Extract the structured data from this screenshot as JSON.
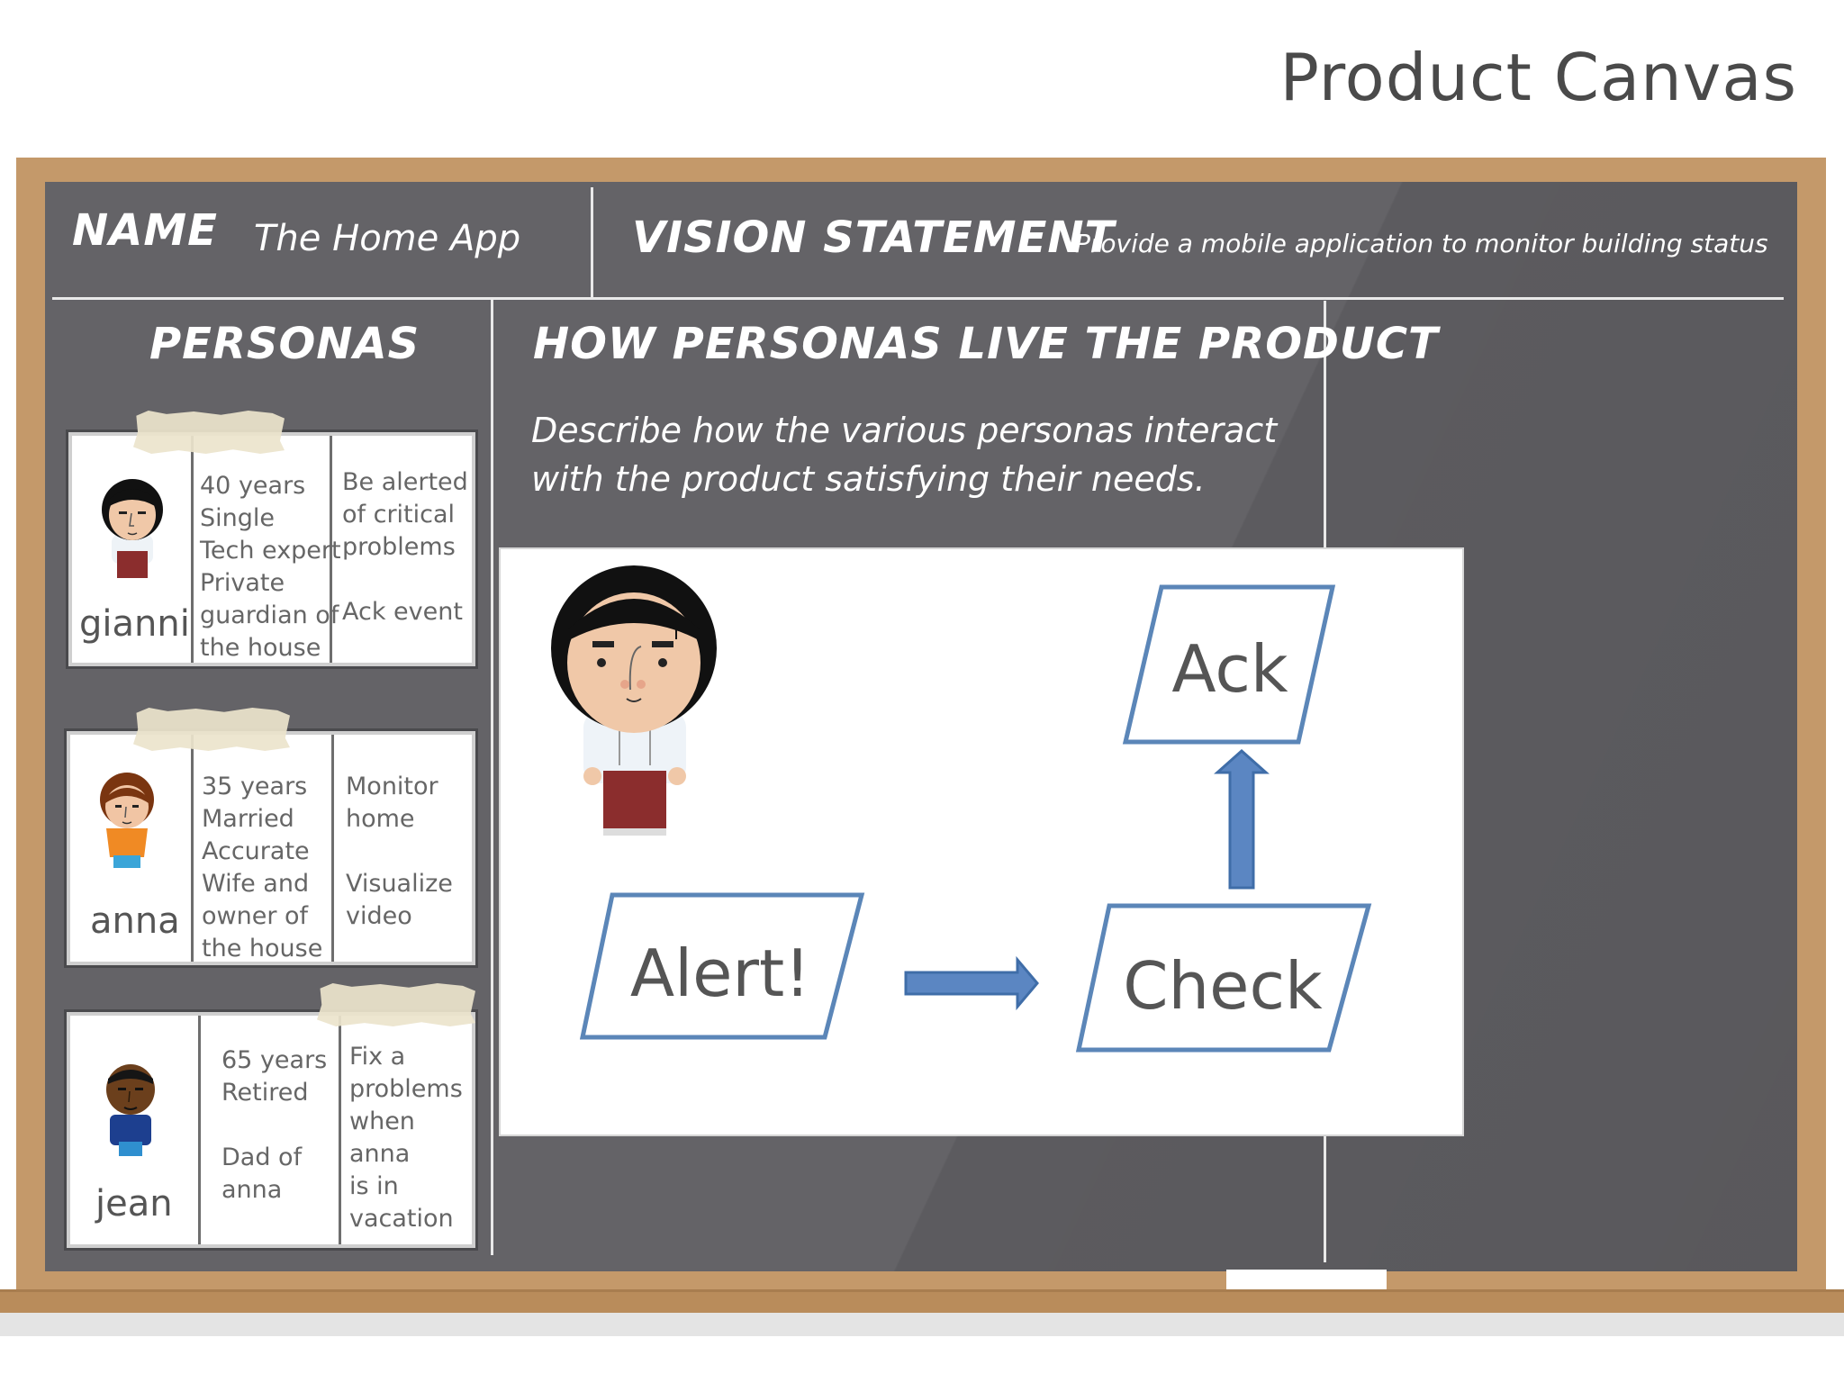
{
  "page_title": "Product Canvas",
  "name": {
    "label": "NAME",
    "value": "The Home App"
  },
  "vision": {
    "label": "VISION STATEMENT",
    "value": "Provide a mobile application to monitor building status"
  },
  "personas": {
    "heading": "PERSONAS",
    "items": [
      {
        "name": "gianni",
        "traits": [
          "40 years",
          "Single",
          "Tech expert",
          "Private",
          "guardian of",
          "the house"
        ],
        "needs": [
          "Be alerted",
          "of critical",
          "problems",
          "",
          "Ack event"
        ]
      },
      {
        "name": "anna",
        "traits": [
          "35 years",
          "Married",
          "Accurate",
          "Wife and",
          "owner of",
          "the house"
        ],
        "needs": [
          "Monitor",
          "home",
          "",
          "Visualize",
          "video"
        ]
      },
      {
        "name": "jean",
        "traits": [
          "65 years",
          "Retired",
          "",
          "Dad of",
          "anna"
        ],
        "needs": [
          "Fix a",
          "problems",
          "when anna",
          "is in",
          "vacation"
        ]
      }
    ]
  },
  "how": {
    "heading": "HOW PERSONAS LIVE THE PRODUCT",
    "description_line1": "Describe how the various personas interact",
    "description_line2": "with the product satisfying their needs."
  },
  "flow": {
    "steps": [
      "Alert!",
      "Check",
      "Ack"
    ],
    "box_color": "#5b86b8",
    "arrow_color": "#5b86c2"
  }
}
